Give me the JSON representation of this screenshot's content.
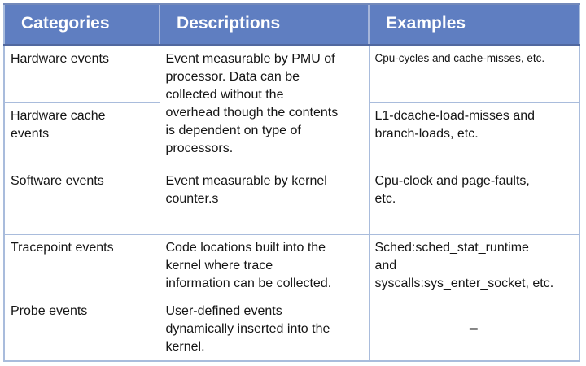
{
  "colors": {
    "header_bg": "#5f7ec1",
    "header_text": "#ffffff",
    "border_light": "#a9bcdc",
    "header_border_dark": "#51689f",
    "body_text": "#151515",
    "page_bg": "#ffffff"
  },
  "table": {
    "headers": [
      "Categories",
      "Descriptions",
      "Examples"
    ],
    "rows": [
      {
        "category": "Hardware events",
        "description": "Event measurable by PMU of\nprocessor. Data can be\ncollected without the\noverhead though the contents\nis dependent on type of\nprocessors.",
        "example": "Cpu-cycles and cache-misses, etc."
      },
      {
        "category": "Hardware cache\nevents",
        "example": "L1-dcache-load-misses and\nbranch-loads, etc."
      },
      {
        "category": "Software events",
        "description": "Event measurable by kernel\ncounter.s",
        "example": "Cpu-clock and page-faults,\netc."
      },
      {
        "category": "Tracepoint events",
        "description": "Code locations built into the\nkernel where trace\ninformation can be collected.",
        "example": "Sched:sched_stat_runtime\nand\nsyscalls:sys_enter_socket, etc."
      },
      {
        "category": "Probe events",
        "description": "User-defined events\ndynamically inserted into the\nkernel.",
        "example": "–"
      }
    ]
  }
}
